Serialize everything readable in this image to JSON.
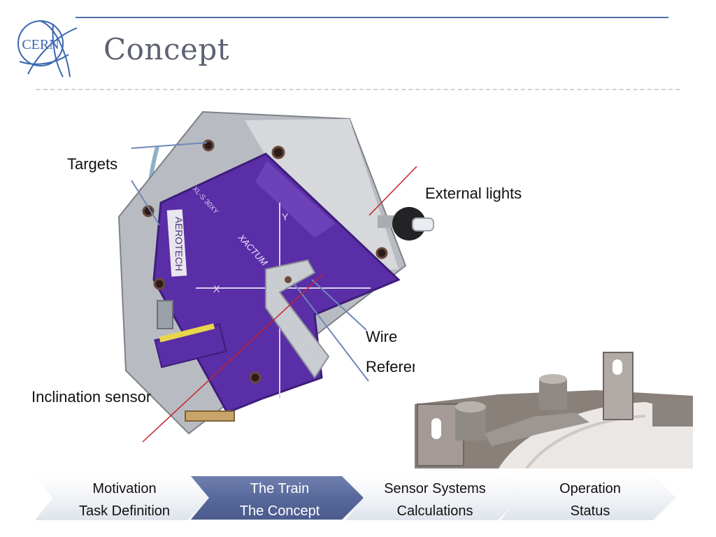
{
  "slide": {
    "title": "Concept",
    "logo_text": "CERN"
  },
  "labels": {
    "targets": "Targets",
    "external_lights": "External lights",
    "wire": "Wire",
    "reference_pin": "Reference Pin",
    "inclination_sensor": "Inclination sensor"
  },
  "device_text": {
    "aerotech_vertical": "AEROTECH",
    "xl": "XL-S 30XY",
    "xactum": "XACTUM",
    "axis_x": "X",
    "axis_y": "Y"
  },
  "nav": [
    {
      "line1": "Motivation",
      "line2": "Task Definition",
      "active": false
    },
    {
      "line1": "The Train",
      "line2": "The Concept",
      "active": true
    },
    {
      "line1": "Sensor Systems",
      "line2": "Calculations",
      "active": false
    },
    {
      "line1": "Operation",
      "line2": "Status",
      "active": false
    }
  ],
  "colors": {
    "title": "#5d6272",
    "rule": "#4f6fa8",
    "stage_purple": "#5a2ea6",
    "pointer_blue": "#6f87b8",
    "pointer_red": "#c8202a",
    "nav_active": "#55669a"
  }
}
